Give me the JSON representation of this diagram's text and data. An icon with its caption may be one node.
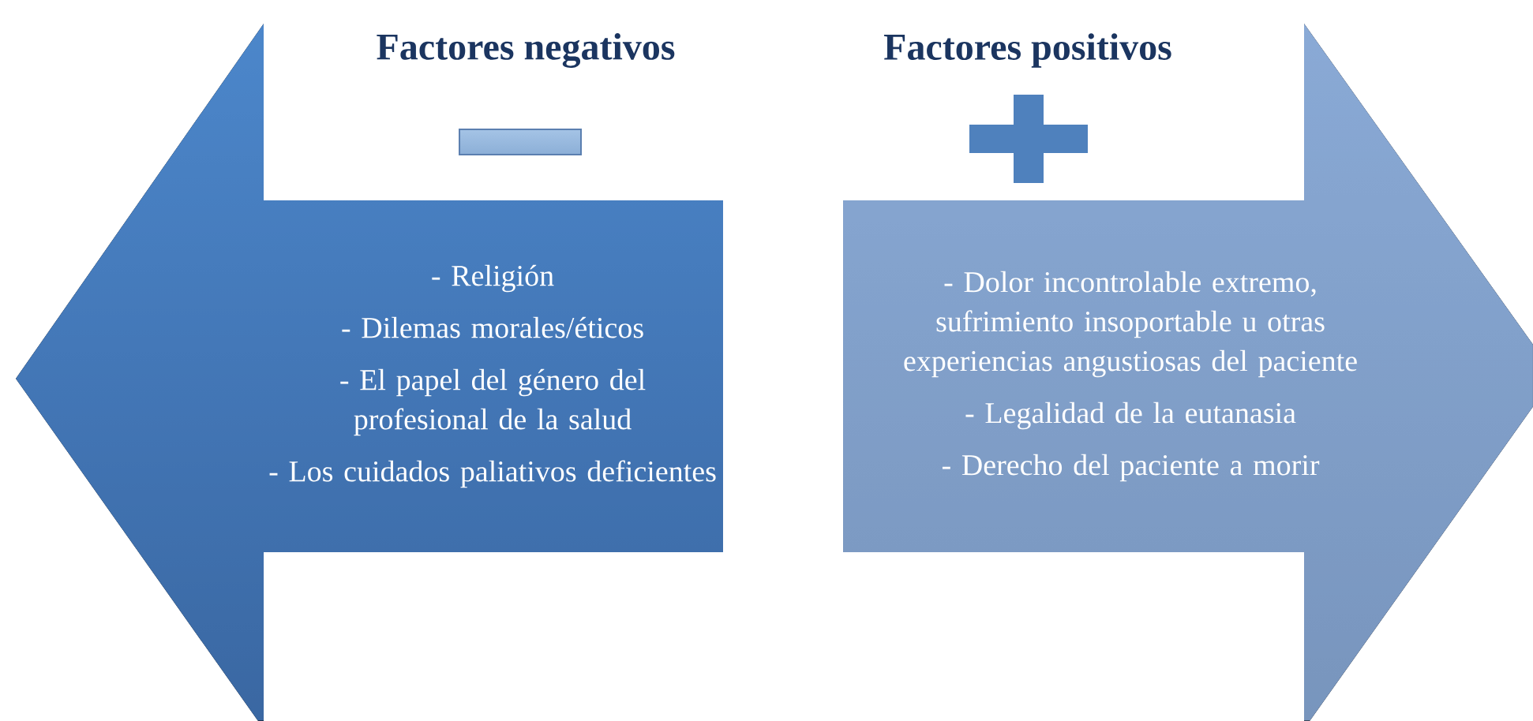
{
  "diagram": {
    "nodes": [
      {
        "text": [
          "Factores negativos",
          "- Religión",
          "- Dilemas morales/éticos",
          "- El papel del género del profesional de la salud",
          "- Los cuidados paliativos deficientes"
        ]
      },
      {
        "text": [
          "Factores positivos",
          "- Dolor incontrolable extremo, sufrimiento insoportable u otras experiencias angustiosas del paciente",
          "- Legalidad de la eutanasia",
          "- Derecho del paciente a morir"
        ]
      }
    ]
  }
}
